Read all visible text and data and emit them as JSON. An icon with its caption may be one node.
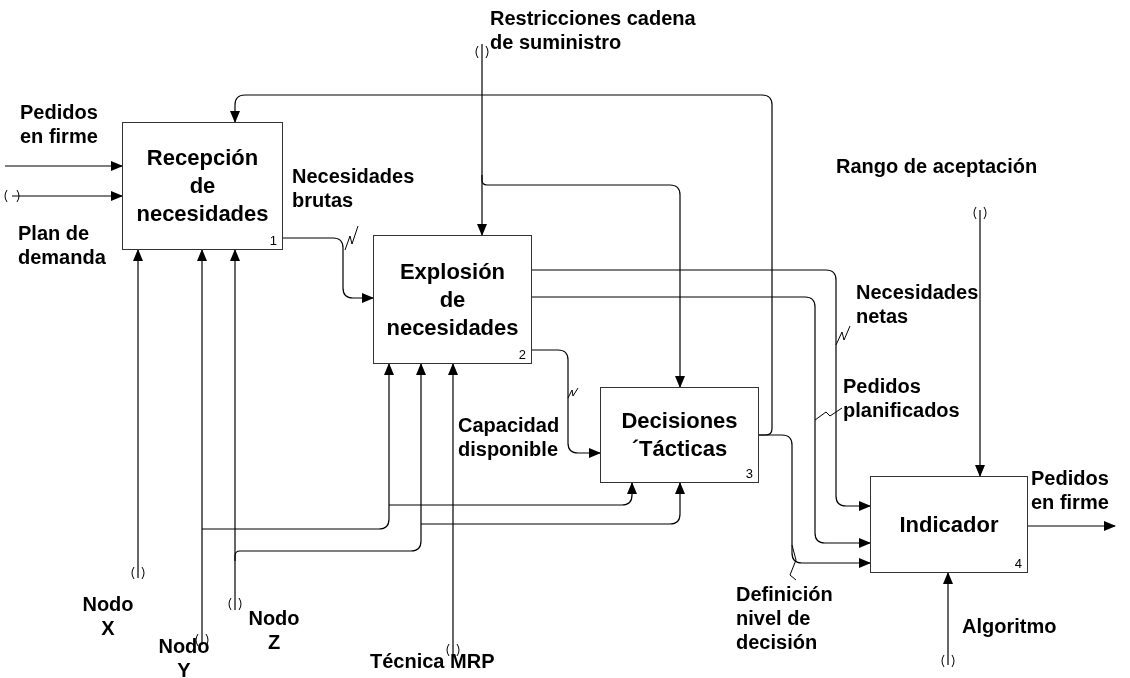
{
  "diagram": {
    "nodes": [
      {
        "text": [
          "Recepción de necesidades",
          "1"
        ]
      },
      {
        "text": [
          "Explosión de necesidades",
          "2"
        ]
      },
      {
        "text": [
          "Decisiones ´Tácticas",
          "3"
        ]
      },
      {
        "text": [
          "Indicador",
          "4"
        ]
      }
    ],
    "edges": [
      {
        "from": null,
        "to": 0,
        "arrow": "to",
        "label": "Pedidos en firme"
      },
      {
        "from": null,
        "to": 0,
        "arrow": "to",
        "label": "Plan de demanda"
      },
      {
        "from": null,
        "to": 1,
        "arrow": "to",
        "label": "Restricciones cadena de suministro"
      },
      {
        "from": null,
        "to": 2,
        "arrow": "to"
      },
      {
        "from": null,
        "to": 3,
        "arrow": "to",
        "label": "Rango de aceptación"
      },
      {
        "from": null,
        "to": 3,
        "arrow": "to",
        "label": "Algoritmo"
      },
      {
        "from": 3,
        "to": null,
        "arrow": "to",
        "label": "Pedidos en firme"
      },
      {
        "from": 0,
        "to": 1,
        "arrow": "to",
        "label": "Necesidades brutas"
      },
      {
        "from": 1,
        "to": 3,
        "arrow": "to",
        "label": "Necesidades netas"
      },
      {
        "from": 1,
        "to": 3,
        "arrow": "to",
        "label": "Pedidos planificados"
      },
      {
        "from": 1,
        "to": 2,
        "arrow": "to",
        "label": "Capacidad disponible"
      },
      {
        "from": 2,
        "to": 0,
        "arrow": "to"
      },
      {
        "from": 2,
        "to": 3,
        "arrow": "to",
        "label": "Definición nivel de decisión"
      },
      {
        "from": null,
        "to": 0,
        "arrow": "to",
        "label": "Nodo X"
      },
      {
        "from": null,
        "to": 0,
        "arrow": "to",
        "label": "Nodo Y"
      },
      {
        "from": null,
        "to": 1,
        "arrow": "to"
      },
      {
        "from": null,
        "to": 2,
        "arrow": "to"
      },
      {
        "from": null,
        "to": 0,
        "arrow": "to",
        "label": "Nodo Z"
      },
      {
        "from": null,
        "to": 1,
        "arrow": "to"
      },
      {
        "from": null,
        "to": 2,
        "arrow": "to"
      },
      {
        "from": null,
        "to": 1,
        "arrow": "to",
        "label": "Técnica MRP"
      }
    ]
  }
}
